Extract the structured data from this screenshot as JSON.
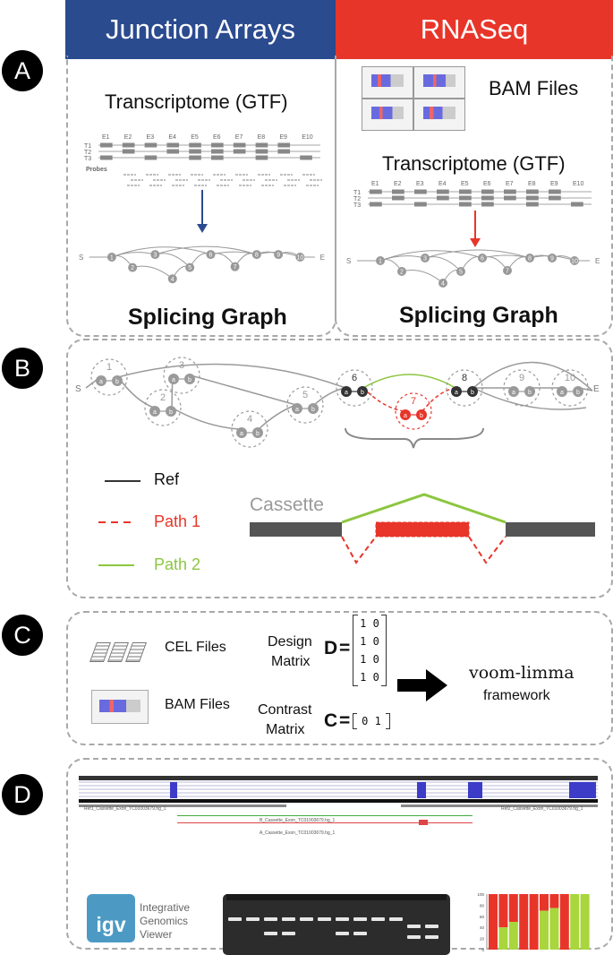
{
  "headers": {
    "left": "Junction Arrays",
    "right": "RNASeq"
  },
  "colors": {
    "blue": "#2b4b8f",
    "red": "#e8352a",
    "green": "#8cc63f",
    "gray": "#9a9a9a",
    "dark": "#333333"
  },
  "labels": {
    "a": "A",
    "b": "B",
    "c": "C",
    "d": "D"
  },
  "panelA": {
    "transcriptome": "Transcriptome (GTF)",
    "bam_files": "BAM Files",
    "splicing_graph": "Splicing Graph",
    "probes": "Probes",
    "transcripts": [
      "T1",
      "T2",
      "T3"
    ],
    "exons": [
      "E1",
      "E2",
      "E3",
      "E4",
      "E5",
      "E6",
      "E7",
      "E8",
      "E9",
      "E10"
    ],
    "graph_nodes": [
      "1",
      "2",
      "3",
      "4",
      "5",
      "6",
      "7",
      "8",
      "9",
      "10"
    ],
    "start": "S",
    "end": "E"
  },
  "panelB": {
    "nodes": [
      "1",
      "2",
      "3",
      "4",
      "5",
      "6",
      "7",
      "8",
      "9",
      "10"
    ],
    "sub_a": "a",
    "sub_b": "b",
    "start": "S",
    "end": "E",
    "legend": {
      "ref": "Ref",
      "path1": "Path 1",
      "path2": "Path 2"
    },
    "event": "Cassette"
  },
  "panelC": {
    "cel_files": "CEL Files",
    "bam_files": "BAM Files",
    "design_label_1": "Design",
    "design_label_2": "Matrix",
    "design_symbol": "D",
    "design_rows": [
      "1  0",
      "1  0",
      "1  0",
      "1  0"
    ],
    "contrast_label_1": "Contrast",
    "contrast_label_2": "Matrix",
    "contrast_symbol": "C",
    "contrast_row": "0  1",
    "equals": "=",
    "voom": "voom-limma",
    "framework": "framework"
  },
  "panelD": {
    "track_ref1": "Ref1_Cassette_Exon_TC01003679.hg_1",
    "track_ref2": "Ref2_Cassette_Exon_TC01003679.hg_1",
    "track_b": "B_Cassette_Exon_TC01003679.hg_1",
    "track_a": "A_Cassette_Exon_TC01003679.hg_1",
    "igv_logo": "igv",
    "igv_line1": "Integrative",
    "igv_line2": "Genomics",
    "igv_line3": "Viewer",
    "axis_ticks": [
      "100",
      "80",
      "60",
      "40",
      "20",
      "0"
    ],
    "bar_fractions_green": [
      0,
      0.4,
      0.5,
      0,
      0,
      0.7,
      0.75,
      0,
      1,
      1
    ]
  }
}
